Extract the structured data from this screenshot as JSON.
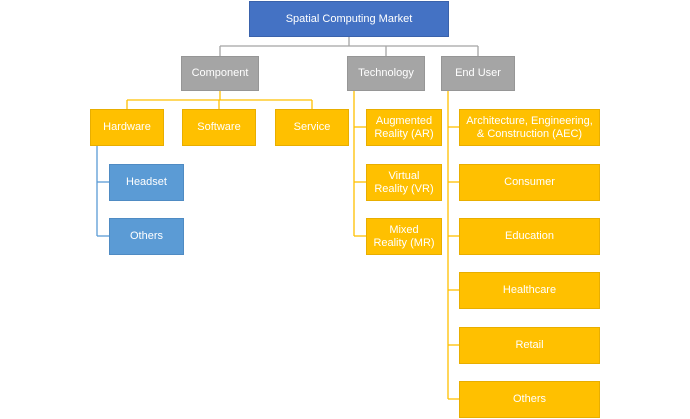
{
  "root": {
    "label": "Spatial Computing Market"
  },
  "categories": {
    "component": {
      "label": "Component"
    },
    "technology": {
      "label": "Technology"
    },
    "end_user": {
      "label": "End User"
    }
  },
  "component": {
    "hardware": {
      "label": "Hardware"
    },
    "software": {
      "label": "Software"
    },
    "service": {
      "label": "Service"
    },
    "hardware_children": {
      "headset": {
        "label": "Headset"
      },
      "others": {
        "label": "Others"
      }
    }
  },
  "technology": {
    "ar": {
      "label": "Augmented Reality (AR)"
    },
    "vr": {
      "label": "Virtual Reality (VR)"
    },
    "mr": {
      "label": "Mixed Reality (MR)"
    }
  },
  "end_user": {
    "aec": {
      "label": "Architecture, Engineering, & Construction (AEC)"
    },
    "consumer": {
      "label": "Consumer"
    },
    "education": {
      "label": "Education"
    },
    "healthcare": {
      "label": "Healthcare"
    },
    "retail": {
      "label": "Retail"
    },
    "others": {
      "label": "Others"
    }
  },
  "colors": {
    "root": "#4472c4",
    "category": "#a5a5a5",
    "segment": "#ffc000",
    "sub_segment": "#5b9bd5"
  }
}
